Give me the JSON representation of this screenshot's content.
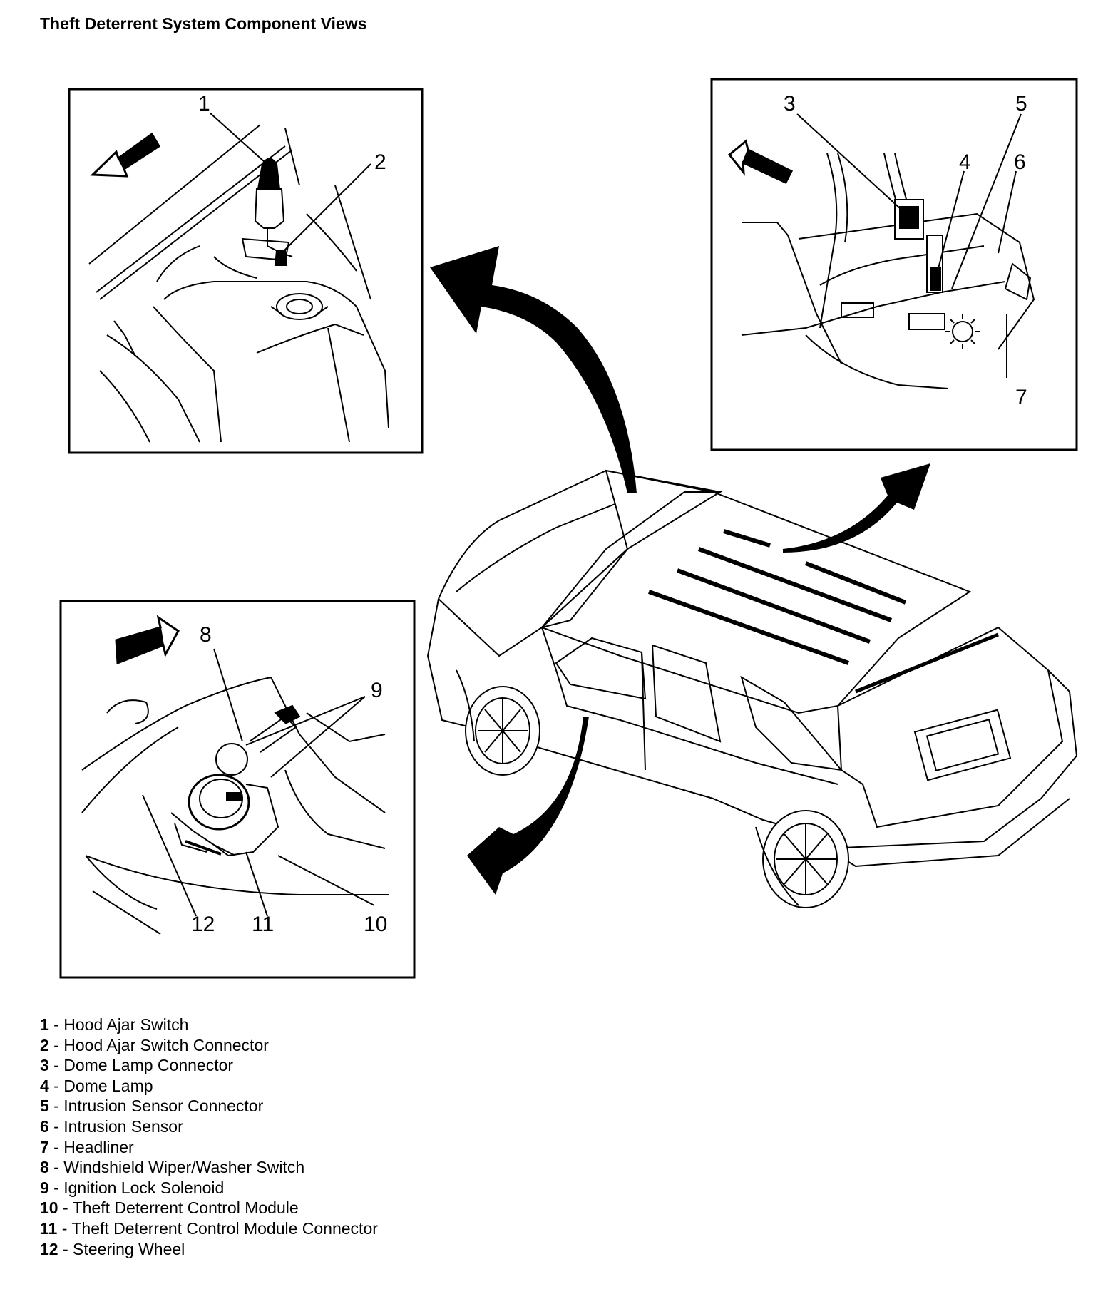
{
  "title": "Theft Deterrent System Component Views",
  "callouts": {
    "c1": "1",
    "c2": "2",
    "c3": "3",
    "c4": "4",
    "c5": "5",
    "c6": "6",
    "c7": "7",
    "c8": "8",
    "c9": "9",
    "c10": "10",
    "c11": "11",
    "c12": "12"
  },
  "legend": [
    {
      "num": "1",
      "label": "Hood Ajar Switch"
    },
    {
      "num": "2",
      "label": "Hood Ajar Switch Connector"
    },
    {
      "num": "3",
      "label": "Dome Lamp Connector"
    },
    {
      "num": "4",
      "label": "Dome Lamp"
    },
    {
      "num": "5",
      "label": "Intrusion Sensor Connector"
    },
    {
      "num": "6",
      "label": "Intrusion Sensor"
    },
    {
      "num": "7",
      "label": "Headliner"
    },
    {
      "num": "8",
      "label": "Windshield Wiper/Washer Switch"
    },
    {
      "num": "9",
      "label": "Ignition Lock Solenoid"
    },
    {
      "num": "10",
      "label": "Theft Deterrent Control Module"
    },
    {
      "num": "11",
      "label": "Theft Deterrent Control Module Connector"
    },
    {
      "num": "12",
      "label": "Steering Wheel"
    }
  ],
  "separator": " - "
}
